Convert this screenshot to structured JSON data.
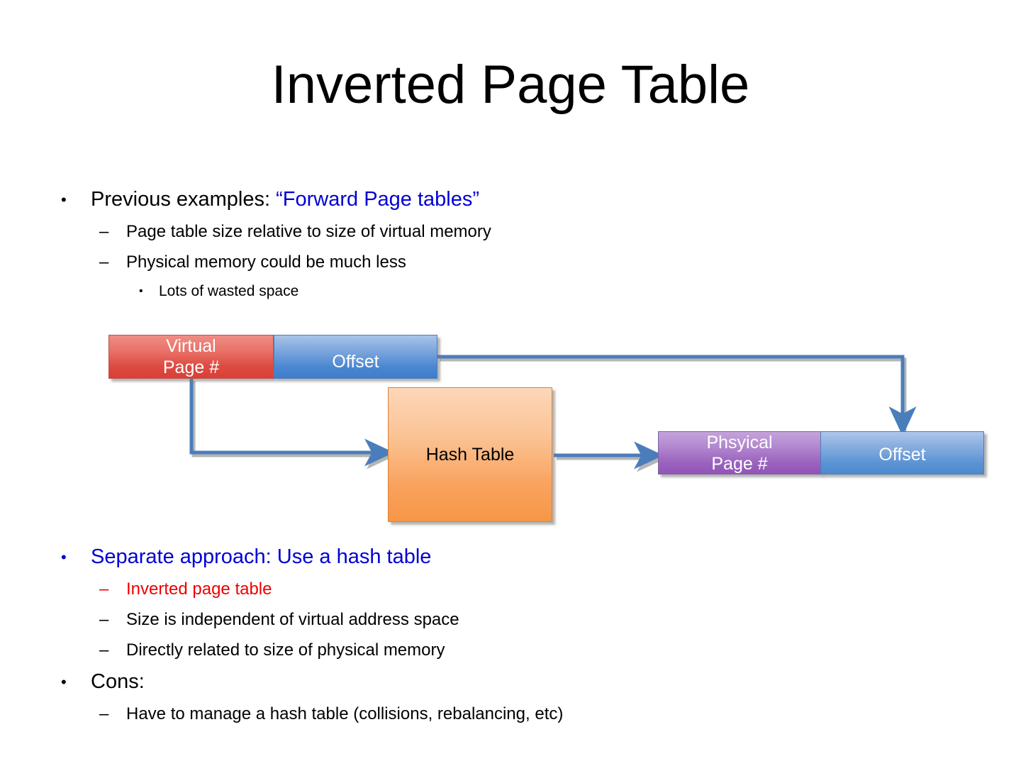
{
  "slide": {
    "title": "Inverted Page Table"
  },
  "bullets_top": [
    {
      "level": 1,
      "marker": "•",
      "color": "black",
      "segments": [
        {
          "text": "Previous examples: ",
          "color": "black"
        },
        {
          "text": "“Forward Page tables”",
          "color": "blue"
        }
      ]
    },
    {
      "level": 2,
      "marker": "–",
      "color": "black",
      "segments": [
        {
          "text": "Page table size relative to size of virtual memory",
          "color": "black"
        }
      ]
    },
    {
      "level": 2,
      "marker": "–",
      "color": "black",
      "segments": [
        {
          "text": "Physical memory could be much less",
          "color": "black"
        }
      ]
    },
    {
      "level": 3,
      "marker": "•",
      "color": "black",
      "segments": [
        {
          "text": "Lots of wasted space",
          "color": "black"
        }
      ]
    }
  ],
  "bullets_bottom": [
    {
      "level": 1,
      "marker": "•",
      "color": "blue",
      "segments": [
        {
          "text": "Separate approach: Use a hash table",
          "color": "blue"
        }
      ]
    },
    {
      "level": 2,
      "marker": "–",
      "color": "red",
      "segments": [
        {
          "text": "Inverted page table",
          "color": "red"
        }
      ]
    },
    {
      "level": 2,
      "marker": "–",
      "color": "black",
      "segments": [
        {
          "text": "Size is independent of virtual address space",
          "color": "black"
        }
      ]
    },
    {
      "level": 2,
      "marker": "–",
      "color": "black",
      "segments": [
        {
          "text": "Directly related to size of physical memory",
          "color": "black"
        }
      ]
    },
    {
      "level": 1,
      "marker": "•",
      "color": "black",
      "segments": [
        {
          "text": "Cons:",
          "color": "black"
        }
      ]
    },
    {
      "level": 2,
      "marker": "–",
      "color": "black",
      "segments": [
        {
          "text": "Have to manage a hash table (collisions, rebalancing, etc)",
          "color": "black"
        }
      ]
    }
  ],
  "diagram": {
    "boxes": {
      "virtual_page": {
        "label": "Virtual\nPage #",
        "line1": "Virtual",
        "line2": "Page #",
        "fill": "#dd4b42",
        "text_color": "#ffffff"
      },
      "offset_virtual": {
        "label": "Offset",
        "fill": "#4a86d0",
        "text_color": "#ffffff"
      },
      "hash_table": {
        "label": "Hash Table",
        "fill": "#f79646",
        "text_color": "#000000"
      },
      "physical_page": {
        "label": "Phsyical\nPage #",
        "line1": "Phsyical",
        "line2": "Page #",
        "fill": "#9b64bf",
        "text_color": "#ffffff"
      },
      "offset_physical": {
        "label": "Offset",
        "fill": "#5a93d4",
        "text_color": "#ffffff"
      }
    },
    "connector_color": "#4a7ebb",
    "connector_shadow_color": "#9e9e9e",
    "connectors": [
      {
        "name": "virtual-page-to-hash-table",
        "from": "virtual_page",
        "to": "hash_table"
      },
      {
        "name": "hash-table-to-physical-page",
        "from": "hash_table",
        "to": "physical_page"
      },
      {
        "name": "offset-to-offset",
        "from": "offset_virtual",
        "to": "offset_physical"
      }
    ]
  }
}
